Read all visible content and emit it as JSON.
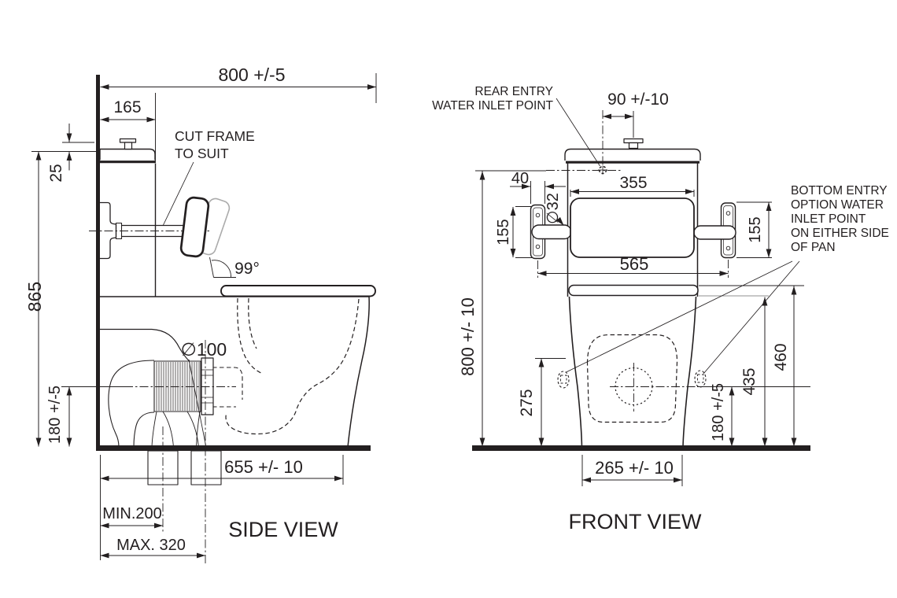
{
  "colors": {
    "ink": "#231f20",
    "ghost": "#ababab",
    "background": "#ffffff"
  },
  "side_view": {
    "title": "SIDE VIEW",
    "dim_depth_overall": "800 +/-5",
    "dim_cistern_depth": "165",
    "dim_button_height": "25",
    "dim_height_overall": "865",
    "dim_outlet_height": "180 +/-5",
    "dim_outlet_dia": "∅100",
    "dim_seat_angle": "99°",
    "dim_pan_depth": "655 +/- 10",
    "dim_outlet_min": "MIN.200",
    "dim_outlet_max": "MAX. 320",
    "note_cut_frame_1": "CUT FRAME",
    "note_cut_frame_2": "TO SUIT"
  },
  "front_view": {
    "title": "FRONT VIEW",
    "dim_inlet_offset": "90 +/-10",
    "dim_inlet_height": "800 +/- 10",
    "dim_backrest_width": "355",
    "dim_post_width": "40",
    "dim_post_height_left": "155",
    "dim_post_height_right": "155",
    "dim_rod_dia": "∅32",
    "dim_frame_span": "565",
    "dim_rear_inlet_height": "275",
    "dim_bottom_inlet_height": "180 +/-5",
    "dim_pan_top_height": "435",
    "dim_seat_height": "460",
    "dim_base_width": "265 +/- 10",
    "note_rear_entry_1": "REAR ENTRY",
    "note_rear_entry_2": "WATER INLET POINT",
    "note_bottom_entry_1": "BOTTOM ENTRY",
    "note_bottom_entry_2": "OPTION WATER",
    "note_bottom_entry_3": "INLET POINT",
    "note_bottom_entry_4": "ON EITHER SIDE",
    "note_bottom_entry_5": "OF PAN"
  }
}
